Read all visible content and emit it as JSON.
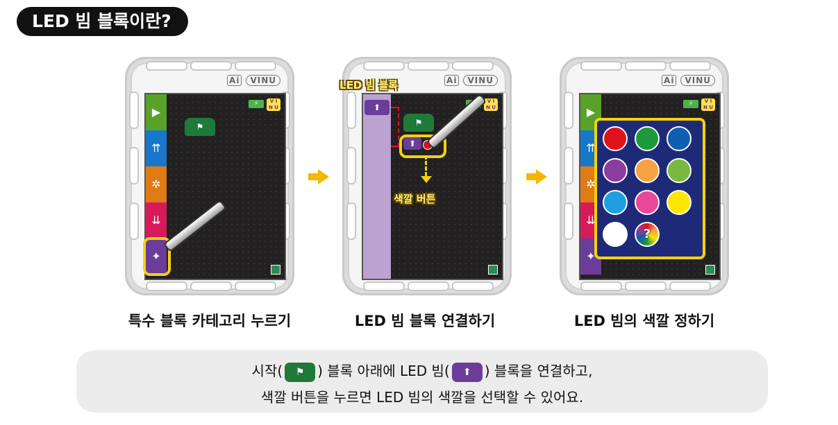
{
  "header": {
    "title": "LED 빔 블록이란?"
  },
  "devices": [
    {
      "logo_ai": "Ai",
      "logo_name": "VINU"
    },
    {
      "logo_ai": "Ai",
      "logo_name": "VINU"
    },
    {
      "logo_ai": "Ai",
      "logo_name": "VINU"
    }
  ],
  "callouts": {
    "led_block": "LED 빔 블록",
    "color_button": "색깔 버튼"
  },
  "palette": {
    "colors": [
      "#e0121c",
      "#1e9a3e",
      "#0f5fb0",
      "#8a3d9c",
      "#f7a242",
      "#7ab83f",
      "#1ea0e0",
      "#e8479a",
      "#ffe600",
      "#ffffff"
    ],
    "question_label": "?"
  },
  "steps": [
    {
      "label": "특수 블록 카테고리 누르기"
    },
    {
      "label": "LED 빔 블록 연결하기"
    },
    {
      "label": "LED 빔의 색깔 정하기"
    }
  ],
  "info": {
    "line1_part1": "시작(",
    "line1_part2": ") 블록 아래에 LED 빔(",
    "line1_part3": ") 블록을 연결하고,",
    "line2": "색깔 버튼을 누르면 LED 빔의 색깔을 선택할 수 있어요."
  },
  "icons": {
    "start_flag": "flag-icon",
    "led_upload": "upload-arrow-icon",
    "next_arrow": "right-arrow-icon"
  }
}
